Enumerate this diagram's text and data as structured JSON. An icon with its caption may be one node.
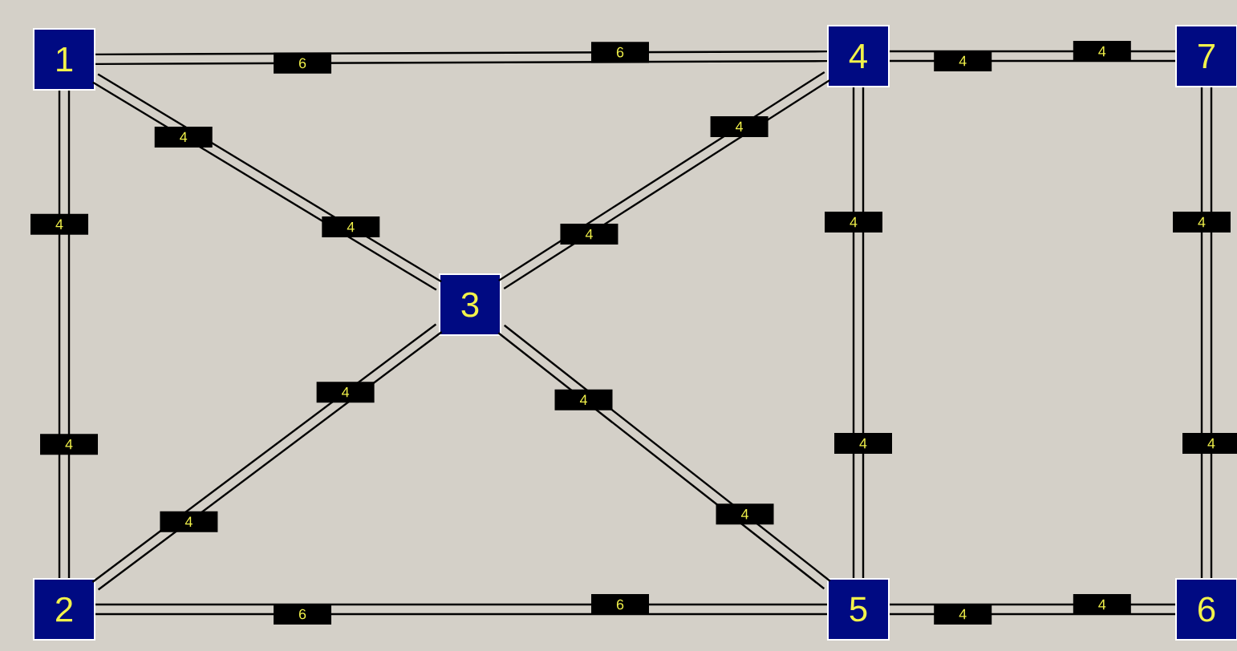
{
  "diagram": {
    "nodes": [
      {
        "text": [
          "1"
        ]
      },
      {
        "text": [
          "2"
        ]
      },
      {
        "text": [
          "3"
        ]
      },
      {
        "text": [
          "4"
        ]
      },
      {
        "text": [
          "5"
        ]
      },
      {
        "text": [
          "6"
        ]
      },
      {
        "text": [
          "7"
        ]
      }
    ],
    "edges": [
      {
        "from": 0,
        "to": 3,
        "arrow": "none",
        "label": "6"
      },
      {
        "from": 3,
        "to": 0,
        "arrow": "none",
        "label": "6"
      },
      {
        "from": 3,
        "to": 6,
        "arrow": "none",
        "label": "4"
      },
      {
        "from": 6,
        "to": 3,
        "arrow": "none",
        "label": "4"
      },
      {
        "from": 0,
        "to": 1,
        "arrow": "none",
        "label": "4"
      },
      {
        "from": 1,
        "to": 0,
        "arrow": "none",
        "label": "4"
      },
      {
        "from": 0,
        "to": 2,
        "arrow": "none",
        "label": "4"
      },
      {
        "from": 2,
        "to": 0,
        "arrow": "none",
        "label": "4"
      },
      {
        "from": 2,
        "to": 3,
        "arrow": "none",
        "label": "4"
      },
      {
        "from": 3,
        "to": 2,
        "arrow": "none",
        "label": "4"
      },
      {
        "from": 3,
        "to": 4,
        "arrow": "none",
        "label": "4"
      },
      {
        "from": 4,
        "to": 3,
        "arrow": "none",
        "label": "4"
      },
      {
        "from": 6,
        "to": 5,
        "arrow": "none",
        "label": "4"
      },
      {
        "from": 5,
        "to": 6,
        "arrow": "none",
        "label": "4"
      },
      {
        "from": 1,
        "to": 2,
        "arrow": "none",
        "label": "4"
      },
      {
        "from": 2,
        "to": 1,
        "arrow": "none",
        "label": "4"
      },
      {
        "from": 2,
        "to": 4,
        "arrow": "none",
        "label": "4"
      },
      {
        "from": 4,
        "to": 2,
        "arrow": "none",
        "label": "4"
      },
      {
        "from": 1,
        "to": 4,
        "arrow": "none",
        "label": "6"
      },
      {
        "from": 4,
        "to": 1,
        "arrow": "none",
        "label": "6"
      },
      {
        "from": 4,
        "to": 5,
        "arrow": "none",
        "label": "4"
      },
      {
        "from": 5,
        "to": 4,
        "arrow": "none",
        "label": "4"
      }
    ]
  }
}
